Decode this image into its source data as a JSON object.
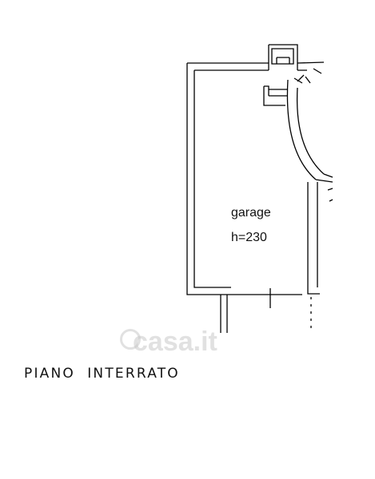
{
  "rooms": [
    {
      "name": "garage",
      "height_label": "h=230"
    }
  ],
  "floor_label": "PIANO  INTERRATO",
  "watermark": "casa.it",
  "colors": {
    "wall": "#000000",
    "wall_fill": "#ffffff",
    "watermark": "#c8c8c8"
  }
}
